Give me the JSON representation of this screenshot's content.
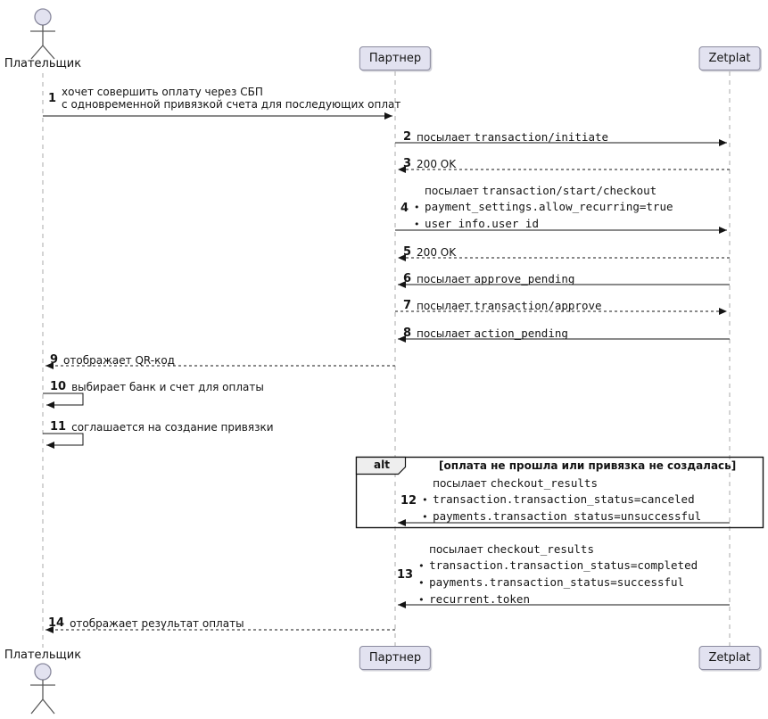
{
  "diagram_type": "sequence",
  "participants": {
    "payer": "Плательщик",
    "partner": "Партнер",
    "zetplat": "Zetplat"
  },
  "alt_fragment": {
    "operator": "alt",
    "guard": "[оплата не прошла или привязка не создалась]"
  },
  "bullet": "•",
  "messages": {
    "m1": {
      "num": "1",
      "line1": "хочет совершить оплату через СБП",
      "line2": "с одновременной привязкой счета для последующих оплат"
    },
    "m2": {
      "num": "2",
      "label": "посылает",
      "code": "transaction/initiate"
    },
    "m3": {
      "num": "3",
      "label": "200 OK"
    },
    "m4": {
      "num": "4",
      "label": "посылает",
      "code": "transaction/start/checkout",
      "b1": "payment_settings.allow_recurring=true",
      "b2": "user_info.user_id"
    },
    "m5": {
      "num": "5",
      "label": "200 OK"
    },
    "m6": {
      "num": "6",
      "label": "посылает",
      "code": "approve_pending"
    },
    "m7": {
      "num": "7",
      "label": "посылает",
      "code": "transaction/approve"
    },
    "m8": {
      "num": "8",
      "label": "посылает",
      "code": "action_pending"
    },
    "m9": {
      "num": "9",
      "label": "отображает QR-код"
    },
    "m10": {
      "num": "10",
      "label": "выбирает банк и счет для оплаты"
    },
    "m11": {
      "num": "11",
      "label": "соглашается на создание привязки"
    },
    "m12": {
      "num": "12",
      "label": "посылает",
      "code": "checkout_results",
      "b1": "transaction.transaction_status=canceled",
      "b2": "payments.transaction_status=unsuccessful"
    },
    "m13": {
      "num": "13",
      "label": "посылает",
      "code": "checkout_results",
      "b1": "transaction.transaction_status=completed",
      "b2": "payments.transaction_status=successful",
      "b3": "recurrent.token"
    },
    "m14": {
      "num": "14",
      "label": "отображает результат оплаты"
    }
  },
  "colors": {
    "participant_fill": "#E2E2F0",
    "participant_border": "#8A8A9E",
    "lifeline": "#A8A8A8",
    "arrow": "#141414",
    "alt_label_fill": "#EEEEEE",
    "background": "#FFFFFF"
  }
}
